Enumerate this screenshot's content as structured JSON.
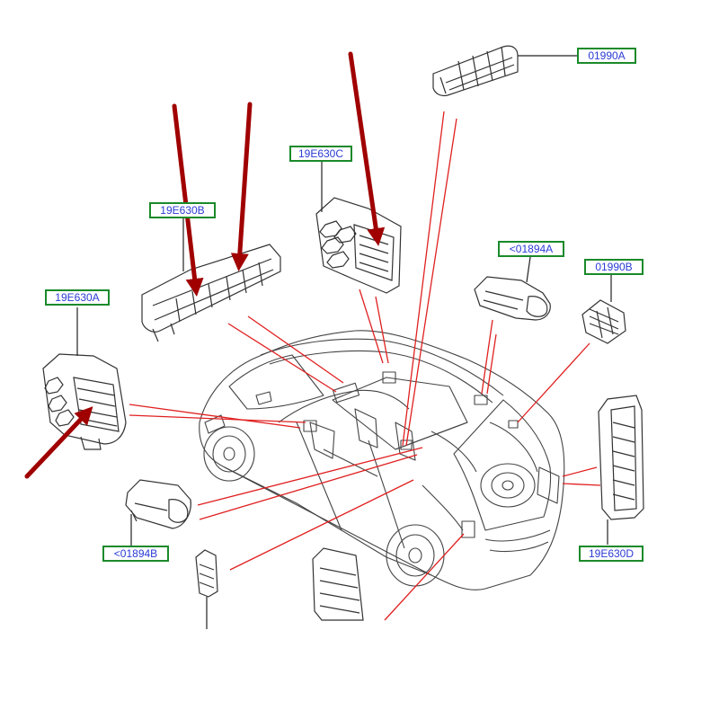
{
  "callouts": {
    "c_01990A": "01990A",
    "c_19E630C": "19E630C",
    "c_19E630B": "19E630B",
    "c_01894A": "<01894A",
    "c_01990B": "01990B",
    "c_19E630A": "19E630A",
    "c_01894B": "<01894B",
    "c_19E630D": "19E630D"
  },
  "colors": {
    "label_border": "#1a8a2a",
    "label_text": "#2a3bd4",
    "leader_line": "#e02020",
    "pointer_arrow": "#a00000",
    "line_art": "#333333"
  }
}
